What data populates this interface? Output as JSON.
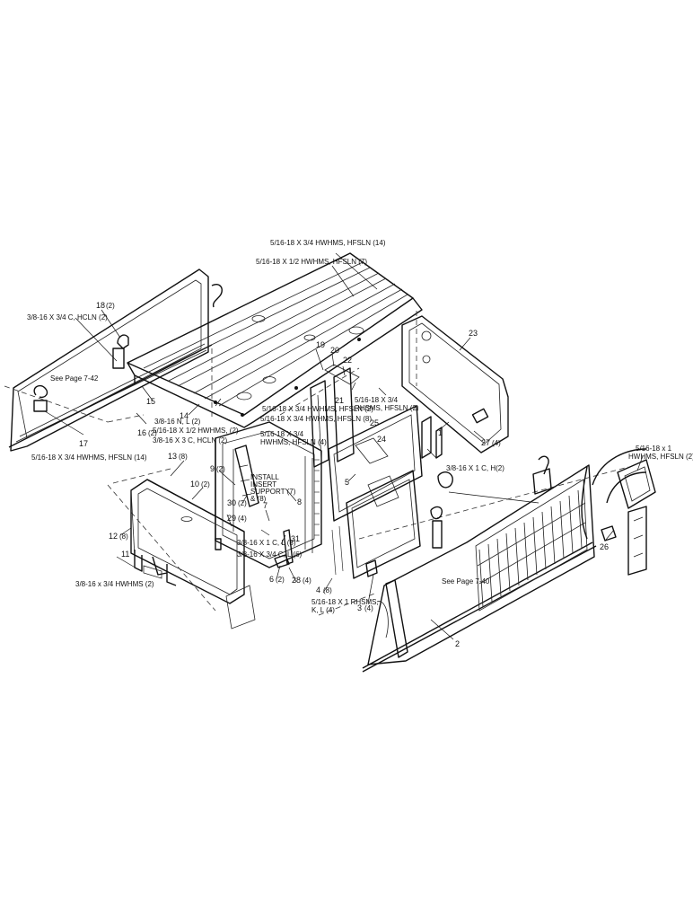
{
  "callouts": {
    "c1": "1",
    "c2": "2",
    "c3": "3",
    "c4": "4",
    "c5": "5",
    "c6": "6",
    "c7": "7",
    "c8": "8",
    "c9": "9",
    "c10": "10",
    "c11": "11",
    "c12": "12",
    "c13": "13",
    "c14": "14",
    "c15": "15",
    "c16": "16",
    "c17": "17",
    "c18": "18",
    "c19": "19",
    "c20": "20",
    "c21": "21",
    "c22": "22",
    "c23": "23",
    "c24": "24",
    "c25": "25",
    "c26": "26",
    "c27": "27",
    "c28": "28",
    "c29": "29",
    "c30": "30",
    "c31": "31"
  },
  "qty": {
    "q3": "(4)",
    "q4": "(8)",
    "q6": "(2)",
    "q9": "(2)",
    "q10": "(2)",
    "q12": "(8)",
    "q13": "(8)",
    "q16": "(2)",
    "q18": "(2)",
    "q27": "(4)",
    "q28": "(4)",
    "q29": "(4)",
    "q30": "(2)"
  },
  "hardware": {
    "h1": "5/16-18 X 3/4 HWHMS, HFSLN (14)",
    "h2": "5/16-18 X 1/2 HWHMS, HFSLN (7)",
    "h3": "3/8-16 X 3/4 C, HCLN (2)",
    "h4": "5/16-18 X 3/4 HWHMS, HFSLN (2)",
    "h5": "5/16-18 X 3/4",
    "h6": "RHSMS, HFSLN (2)",
    "h7": "3/8-16 N, L (2)",
    "h8": "5/16-18 X 1/2 HWHMS, (2)",
    "h9": "3/8-16 X 3 C, HCLN (2)",
    "h10": "5/16-18 X 3/4 HWHMS, HFSLN (8)",
    "h11": "5/16-18 X 3/4",
    "h12": "HWHMS, HFSLN (4)",
    "h13": "5/16-18 X 3/4 HWHMS, HFSLN (14)",
    "h14": "3/8-16 X 1 C, H(2)",
    "h15": "5/16-18 x 1",
    "h16": "HWHMS, HFSLN (2)",
    "h17": "3/8-16 X 1 C, L (8)",
    "h18": "3/8-16 X 3/4 C, L (6)",
    "h19": "3/8-16 x 3/4 HWHMS (2)",
    "h20": "5/16-18 X 1 RHSMS,",
    "h21": "K, L (4)"
  },
  "notes": {
    "install_1": "INSTALL",
    "install_2": "INSERT",
    "install_3": "SUPPORT (7)",
    "install_4": "& (8)",
    "see_742": "See Page 7-42",
    "see_740": "See Page 7-40"
  }
}
